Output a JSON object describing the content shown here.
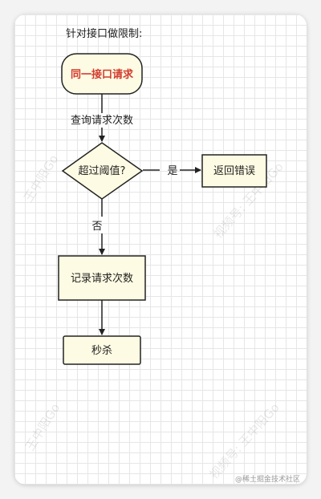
{
  "diagram": {
    "title": "针对接口做限制:",
    "nodes": {
      "start": "同一接口请求",
      "decision": "超过阈值?",
      "error": "返回错误",
      "record": "记录请求次数",
      "kill": "秒杀"
    },
    "edges": {
      "query": "查询请求次数",
      "yes": "是",
      "no": "否"
    }
  },
  "watermarks": {
    "left_text": "王中阳Go",
    "right_text": "视频号: 王中阳Go"
  },
  "credit": "@稀土掘金技术社区",
  "colors": {
    "node_fill": "#fdfbe3",
    "start_text": "#d23b2f",
    "stroke": "#222222"
  }
}
